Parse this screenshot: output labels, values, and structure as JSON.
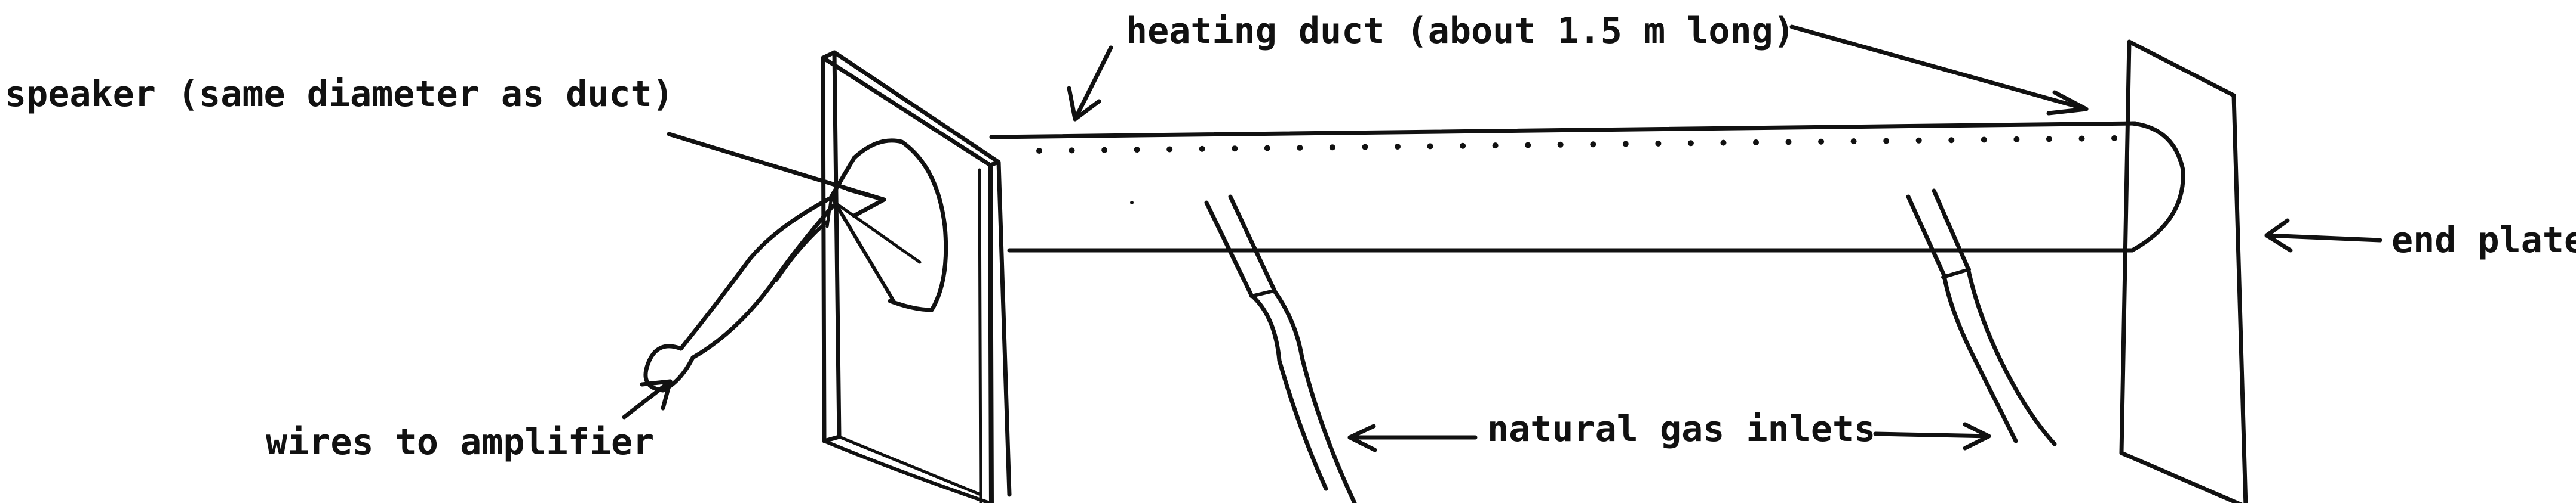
{
  "labels": {
    "heating_duct": "heating duct (about 1.5 m long)",
    "speaker": "speaker (same diameter as duct)",
    "end_plate": "end plate",
    "wires": "wires to amplifier",
    "gas_inlets": "natural gas inlets"
  },
  "colors": {
    "ink": "#111111",
    "paper": "#ffffff"
  },
  "holes": {
    "count": 34
  }
}
